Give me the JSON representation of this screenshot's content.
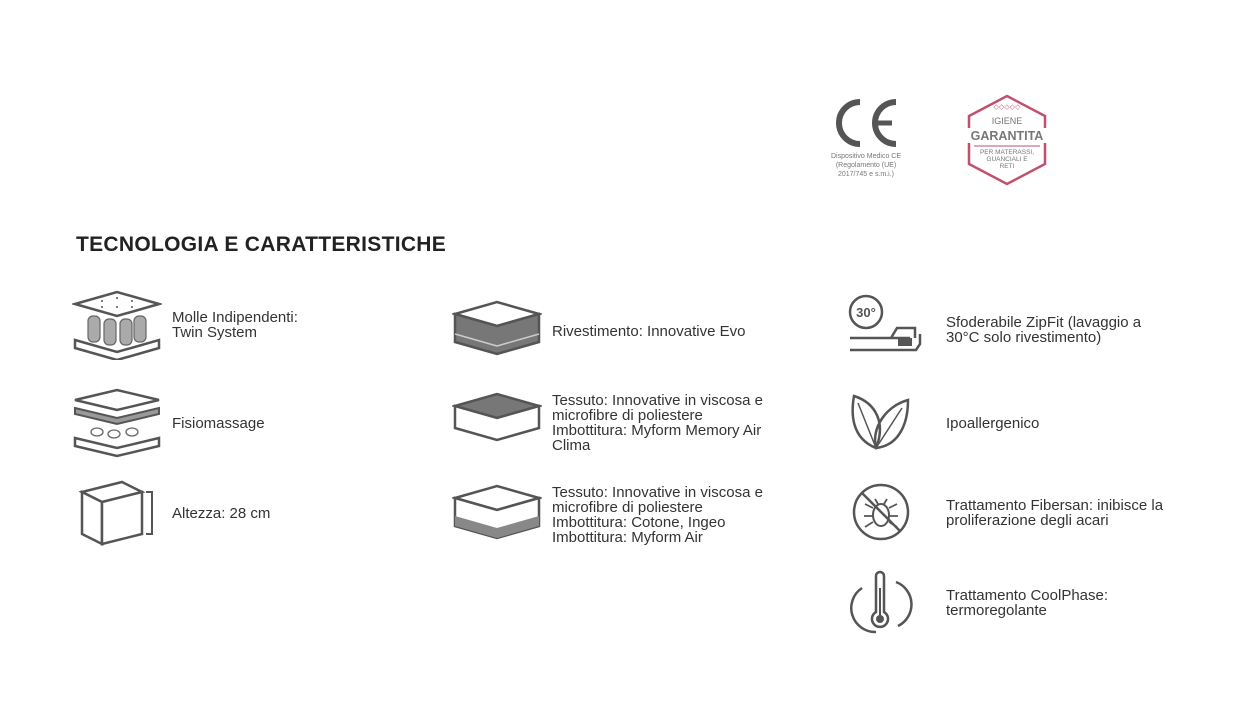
{
  "certifications": {
    "ce": {
      "mark": "CE",
      "caption": [
        "Dispositivo Medico CE",
        "(Regolamento (UE)",
        "2017/745 e s.m.i.)"
      ]
    },
    "igiene": {
      "top": "IGIENE",
      "main": "GARANTITA",
      "sub": [
        "PER MATERASSI,",
        "GUANCIALI E",
        "RETI"
      ],
      "color": "#c0506e"
    }
  },
  "section_title": "TECNOLOGIA E CARATTERISTICHE",
  "features": {
    "col1": [
      {
        "icon": "pocket-springs-icon",
        "lines": [
          "Molle Indipendenti:",
          "Twin System"
        ]
      },
      {
        "icon": "fisiomassage-icon",
        "lines": [
          "Fisiomassage"
        ]
      },
      {
        "icon": "mattress-height-icon",
        "lines": [
          "Altezza: 28 cm"
        ]
      }
    ],
    "col2": [
      {
        "icon": "mattress-cover-icon",
        "lines": [
          "Rivestimento: Innovative Evo"
        ]
      },
      {
        "icon": "memory-layer-icon",
        "lines": [
          "Tessuto: Innovative in viscosa e",
          "microfibre di poliestere",
          "Imbottitura: Myform Memory Air",
          "Clima"
        ]
      },
      {
        "icon": "air-layer-icon",
        "lines": [
          "Tessuto: Innovative in viscosa e",
          "microfibre di poliestere",
          "Imbottitura: Cotone, Ingeo",
          "Imbottitura: Myform Air"
        ]
      }
    ],
    "col3": [
      {
        "icon": "wash-30-zip-icon",
        "badge": "30°",
        "lines": [
          "Sfoderabile ZipFit (lavaggio a",
          "30°C solo rivestimento)"
        ]
      },
      {
        "icon": "leaves-icon",
        "lines": [
          "Ipoallergenico"
        ]
      },
      {
        "icon": "no-mites-icon",
        "lines": [
          "Trattamento Fibersan: inibisce la",
          "proliferazione degli acari"
        ]
      },
      {
        "icon": "thermometer-cycle-icon",
        "lines": [
          "Trattamento CoolPhase:",
          "termoregolante"
        ]
      }
    ]
  }
}
